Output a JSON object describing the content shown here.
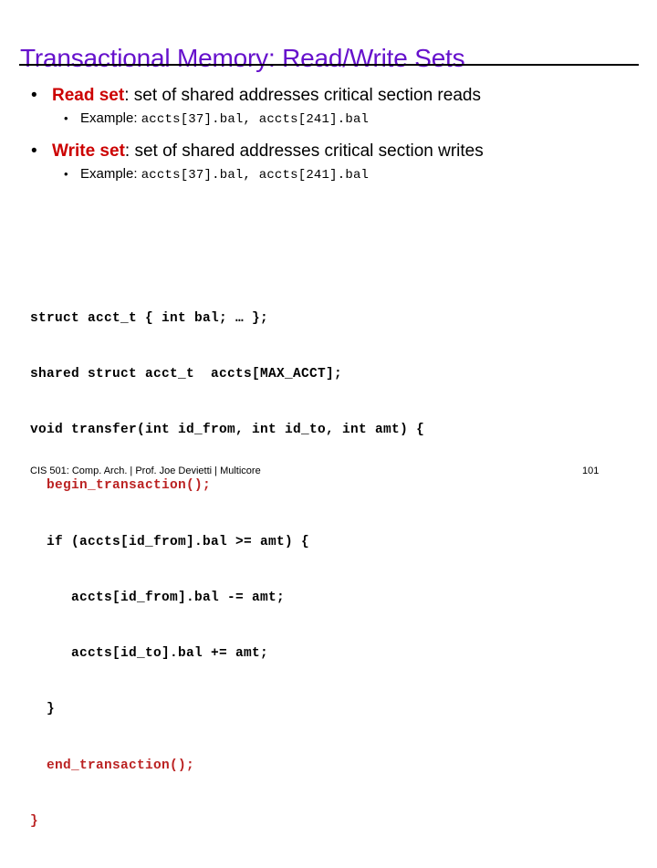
{
  "slide": {
    "title": "Transactional Memory: Read/Write Sets",
    "title_color": "#6611cc",
    "accent_color": "#cc0000",
    "code_red_color": "#bb2222",
    "background": "#ffffff"
  },
  "bullets": [
    {
      "marker": "•",
      "lead": "Read set",
      "rest": ": set of shared addresses critical section reads",
      "sub": {
        "marker": "•",
        "label": "Example: ",
        "code": "accts[37].bal, accts[241].bal"
      }
    },
    {
      "marker": "•",
      "lead": "Write set",
      "rest": ": set of shared addresses critical section writes",
      "sub": {
        "marker": "•",
        "label": "Example: ",
        "code": "accts[37].bal, accts[241].bal"
      }
    }
  ],
  "code": {
    "lines": [
      {
        "text": "struct acct_t { int bal; … };",
        "color": "black"
      },
      {
        "text": "shared struct acct_t  accts[MAX_ACCT];",
        "color": "black"
      },
      {
        "text": "void transfer(int id_from, int id_to, int amt) {",
        "color": "black"
      },
      {
        "text": "  begin_transaction();",
        "color": "red"
      },
      {
        "text": "  if (accts[id_from].bal >= amt) {",
        "color": "black"
      },
      {
        "text": "     accts[id_from].bal -= amt;",
        "color": "black"
      },
      {
        "text": "     accts[id_to].bal += amt;",
        "color": "black"
      },
      {
        "text": "  }",
        "color": "black"
      },
      {
        "text": "  end_transaction();",
        "color": "red"
      },
      {
        "text": "}",
        "color": "red"
      }
    ]
  },
  "footer": {
    "text": "CIS 501: Comp. Arch.  |  Prof. Joe Devietti  |  Multicore",
    "page_number": "101"
  }
}
